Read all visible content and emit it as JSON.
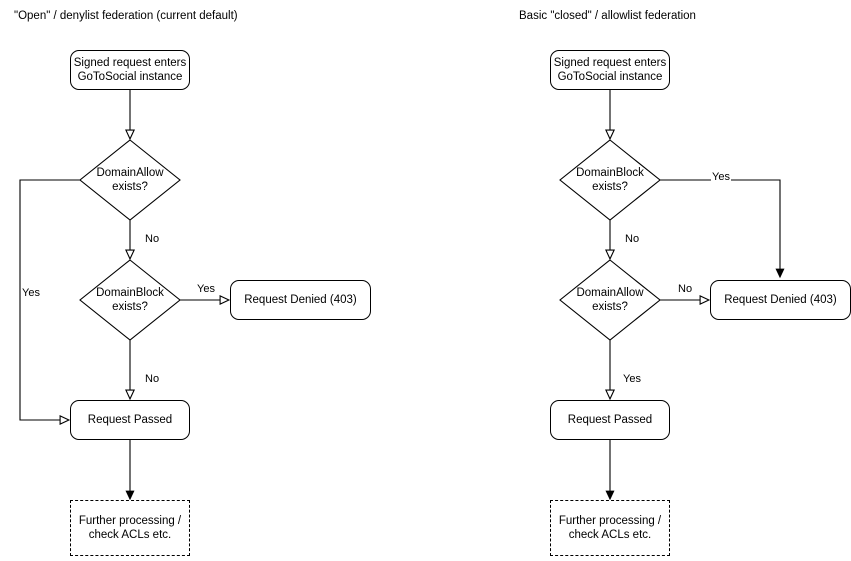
{
  "diagram": {
    "type": "flowchart",
    "background": "#ffffff",
    "stroke_color": "#000000",
    "columns": [
      {
        "id": "open-denylist",
        "title": "\"Open\" / denylist federation (current default)",
        "nodes": [
          {
            "id": "entry",
            "shape": "rounded-rect",
            "label": "Signed request enters\nGoToSocial instance",
            "line1": "Signed request enters",
            "line2": "GoToSocial instance"
          },
          {
            "id": "allow",
            "shape": "diamond",
            "label": "DomainAllow\nexists?",
            "line1": "DomainAllow",
            "line2": "exists?"
          },
          {
            "id": "block",
            "shape": "diamond",
            "label": "DomainBlock\nexists?",
            "line1": "DomainBlock",
            "line2": "exists?"
          },
          {
            "id": "denied",
            "shape": "rounded-rect",
            "label": "Request Denied (403)",
            "line1": "Request Denied (403)",
            "line2": ""
          },
          {
            "id": "passed",
            "shape": "rounded-rect",
            "label": "Request Passed",
            "line1": "Request Passed",
            "line2": ""
          },
          {
            "id": "further",
            "shape": "dashed-rect",
            "label": "Further processing /\ncheck ACLs etc.",
            "line1": "Further processing /",
            "line2": "check ACLs etc."
          }
        ],
        "edge_labels": [
          {
            "id": "allow-yes",
            "text": "Yes"
          },
          {
            "id": "allow-no",
            "text": "No"
          },
          {
            "id": "block-yes",
            "text": "Yes"
          },
          {
            "id": "block-no",
            "text": "No"
          }
        ]
      },
      {
        "id": "closed-allowlist",
        "title": "Basic \"closed\" / allowlist federation",
        "nodes": [
          {
            "id": "entry",
            "shape": "rounded-rect",
            "label": "Signed request enters\nGoToSocial instance",
            "line1": "Signed request enters",
            "line2": "GoToSocial instance"
          },
          {
            "id": "block",
            "shape": "diamond",
            "label": "DomainBlock\nexists?",
            "line1": "DomainBlock",
            "line2": "exists?"
          },
          {
            "id": "allow",
            "shape": "diamond",
            "label": "DomainAllow\nexists?",
            "line1": "DomainAllow",
            "line2": "exists?"
          },
          {
            "id": "denied",
            "shape": "rounded-rect",
            "label": "Request Denied (403)",
            "line1": "Request Denied (403)",
            "line2": ""
          },
          {
            "id": "passed",
            "shape": "rounded-rect",
            "label": "Request Passed",
            "line1": "Request Passed",
            "line2": ""
          },
          {
            "id": "further",
            "shape": "dashed-rect",
            "label": "Further processing /\ncheck ACLs etc.",
            "line1": "Further processing /",
            "line2": "check ACLs etc."
          }
        ],
        "edge_labels": [
          {
            "id": "block-yes",
            "text": "Yes"
          },
          {
            "id": "block-no",
            "text": "No"
          },
          {
            "id": "allow-no",
            "text": "No"
          },
          {
            "id": "allow-yes",
            "text": "Yes"
          }
        ]
      }
    ]
  }
}
